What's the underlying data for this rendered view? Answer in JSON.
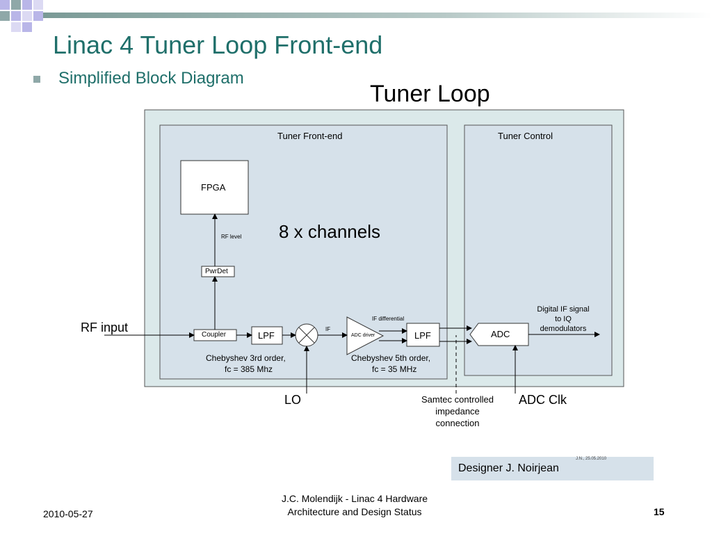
{
  "slide": {
    "title": "Linac 4 Tuner Loop Front-end",
    "subtitle": "Simplified Block Diagram",
    "footer_date": "2010-05-27",
    "footer_center_line1": "J.C.  Molendijk - Linac 4 Hardware",
    "footer_center_line2": "Architecture and Design Status",
    "page_number": "15"
  },
  "diagram": {
    "title": "Tuner Loop",
    "front_end_label": "Tuner Front-end",
    "control_label": "Tuner Control",
    "channels_label": "8 x channels",
    "fpga": "FPGA",
    "rf_level": "RF level",
    "pwrdet": "PwrDet",
    "coupler": "Coupler",
    "lpf1": "LPF",
    "lpf2": "LPF",
    "if_label": "IF",
    "if_differential": "IF differential",
    "adc_driver": "ADC driver",
    "adc": "ADC",
    "chebyshev1_line1": "Chebyshev 3rd order,",
    "chebyshev1_line2": "fc = 385 Mhz",
    "chebyshev2_line1": "Chebyshev 5th order,",
    "chebyshev2_line2": "fc = 35 MHz",
    "digital_if_line1": "Digital IF signal",
    "digital_if_line2": "to IQ",
    "digital_if_line3": "demodulators",
    "rf_input": "RF input",
    "lo": "LO",
    "samtec_line1": "Samtec controlled",
    "samtec_line2": "impedance",
    "samtec_line3": "connection",
    "adc_clk": "ADC Clk"
  },
  "stamp": {
    "designer": "Designer J. Noirjean",
    "date": "J.N., 25.05.2010"
  },
  "colors": {
    "title": "#1f6f6a",
    "outer_box": "#dbe9ea",
    "inner_box": "#d6e1ea"
  }
}
